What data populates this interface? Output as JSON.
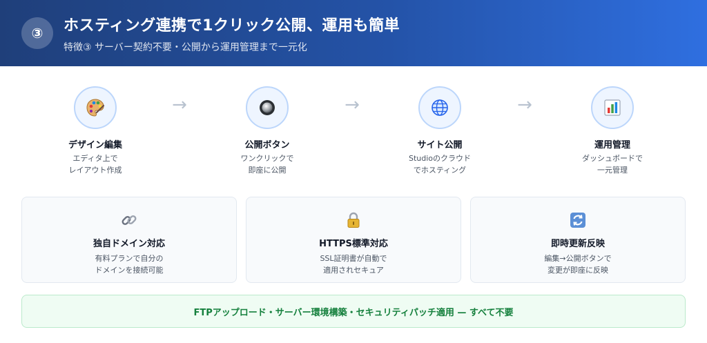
{
  "header": {
    "step_number": "③",
    "title": "ホスティング連携で1クリック公開、運用も簡単",
    "subtitle": "特徴③ サーバー契約不要・公開から運用管理まで一元化"
  },
  "flow": {
    "steps": [
      {
        "icon": "palette-icon",
        "title": "デザイン編集",
        "desc_line1": "エディタ上で",
        "desc_line2": "レイアウト作成"
      },
      {
        "icon": "button-icon",
        "title": "公開ボタン",
        "desc_line1": "ワンクリックで",
        "desc_line2": "即座に公開"
      },
      {
        "icon": "globe-icon",
        "title": "サイト公開",
        "desc_line1": "Studioのクラウド",
        "desc_line2": "でホスティング"
      },
      {
        "icon": "bar-chart-icon",
        "title": "運用管理",
        "desc_line1": "ダッシュボードで",
        "desc_line2": "一元管理"
      }
    ],
    "arrow": "→"
  },
  "features": [
    {
      "icon": "link-icon",
      "title": "独自ドメイン対応",
      "desc_line1": "有料プランで自分の",
      "desc_line2": "ドメインを接続可能"
    },
    {
      "icon": "lock-icon",
      "title": "HTTPS標準対応",
      "desc_line1": "SSL証明書が自動で",
      "desc_line2": "適用されセキュア"
    },
    {
      "icon": "refresh-icon",
      "title": "即時更新反映",
      "desc_line1": "編集→公開ボタンで",
      "desc_line2": "変更が即座に反映"
    }
  ],
  "banner": {
    "text": "FTPアップロード・サーバー環境構築・セキュリティパッチ適用 — すべて不要"
  },
  "colors": {
    "header_start": "#1f3f7a",
    "header_end": "#2f6fe0",
    "banner_text": "#15803d",
    "banner_bg": "#effcf3"
  }
}
